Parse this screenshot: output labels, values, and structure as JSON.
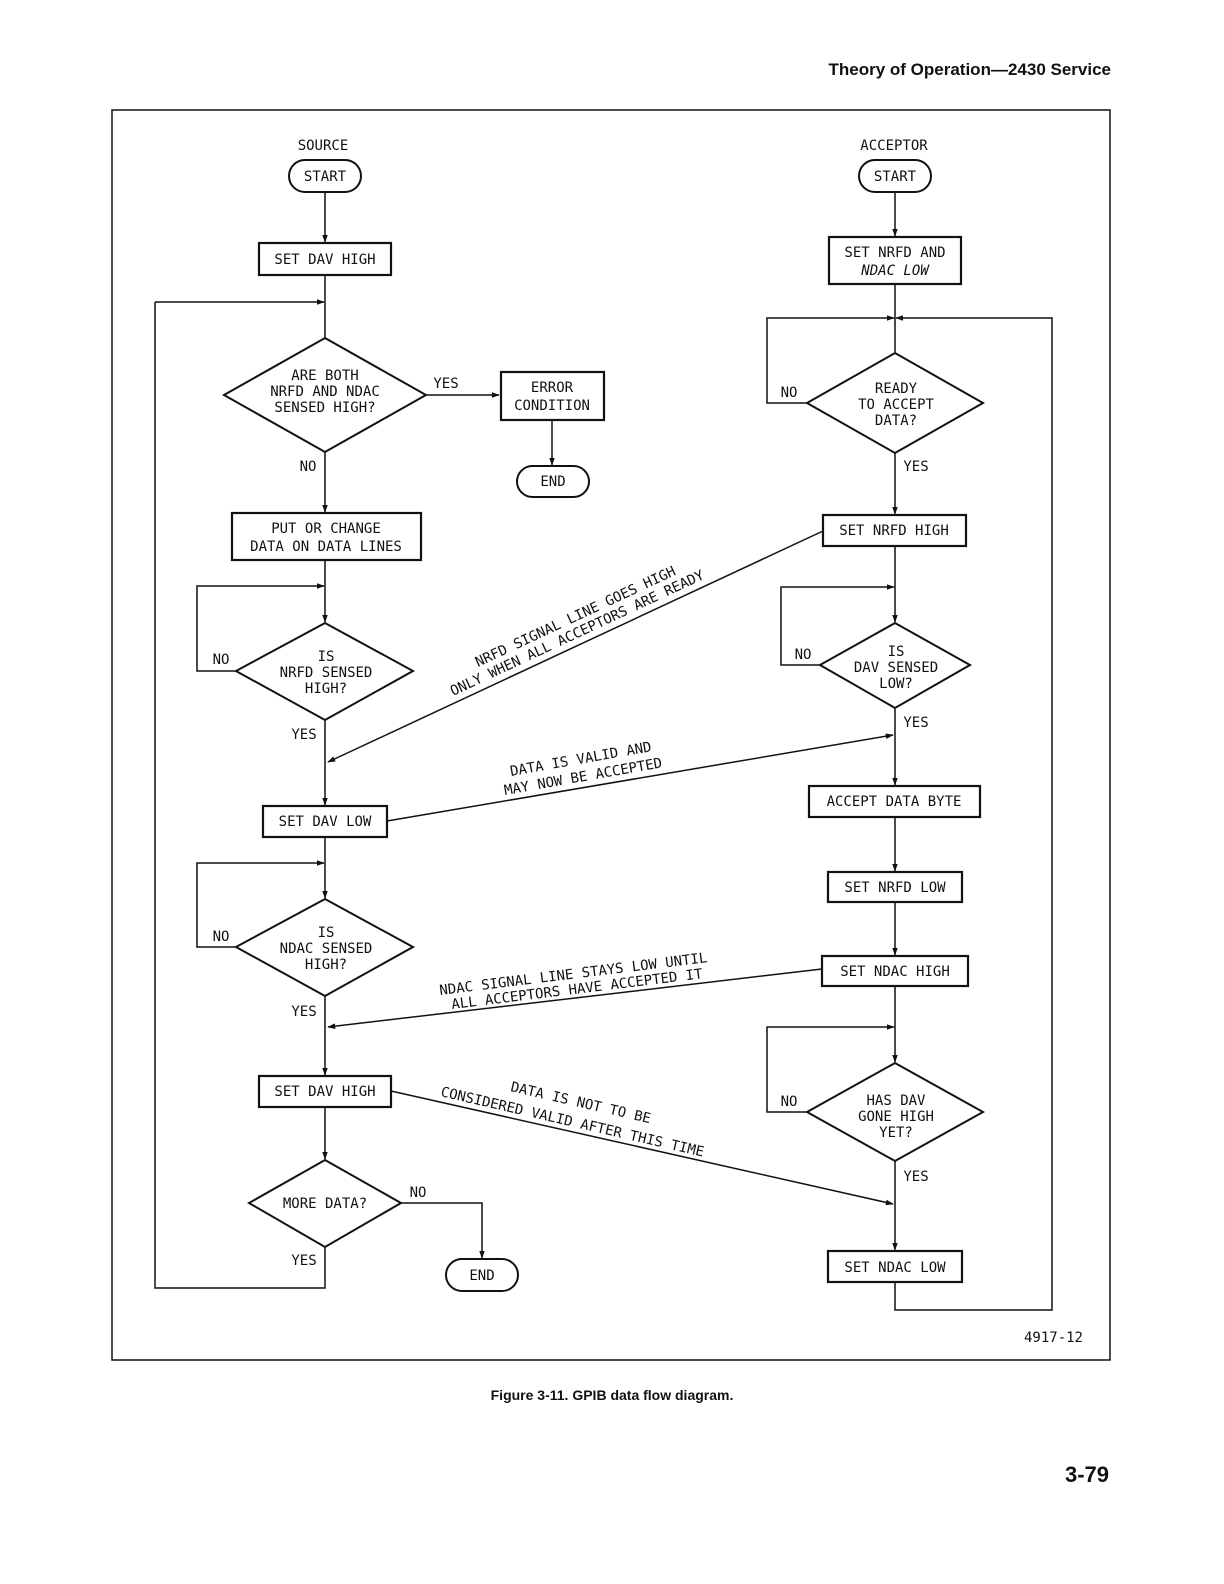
{
  "header": "Theory of Operation—2430 Service",
  "caption": "Figure 3-11.  GPIB data flow diagram.",
  "page_number": "3-79",
  "figure_code": "4917-12",
  "source": {
    "title": "SOURCE",
    "start": "START",
    "set_dav_high_1": "SET DAV HIGH",
    "q_both_high": [
      "ARE BOTH",
      "NRFD AND NDAC",
      "SENSED HIGH?"
    ],
    "yes": "YES",
    "no": "NO",
    "error": [
      "ERROR",
      "CONDITION"
    ],
    "end": "END",
    "put_data": [
      "PUT OR CHANGE",
      "DATA ON DATA LINES"
    ],
    "q_nrfd_high": [
      "IS",
      "NRFD SENSED",
      "HIGH?"
    ],
    "set_dav_low": "SET DAV LOW",
    "q_ndac_high": [
      "IS",
      "NDAC SENSED",
      "HIGH?"
    ],
    "set_dav_high_2": "SET DAV HIGH",
    "q_more_data": "MORE DATA?"
  },
  "acceptor": {
    "title": "ACCEPTOR",
    "start": "START",
    "set_nrfd_ndac_low": [
      "SET NRFD AND",
      "NDAC LOW"
    ],
    "q_ready": [
      "READY",
      "TO ACCEPT",
      "DATA?"
    ],
    "set_nrfd_high": "SET NRFD HIGH",
    "q_dav_low": [
      "IS",
      "DAV SENSED",
      "LOW?"
    ],
    "accept_byte": "ACCEPT DATA BYTE",
    "set_nrfd_low": "SET NRFD LOW",
    "set_ndac_high": "SET NDAC HIGH",
    "q_dav_high": [
      "HAS DAV",
      "GONE HIGH",
      "YET?"
    ],
    "set_ndac_low": "SET NDAC LOW"
  },
  "notes": {
    "nrfd": [
      "NRFD SIGNAL LINE GOES HIGH",
      "ONLY WHEN ALL ACCEPTORS ARE READY"
    ],
    "valid": [
      "DATA IS VALID AND",
      "MAY NOW BE ACCEPTED"
    ],
    "ndac": [
      "NDAC SIGNAL LINE STAYS LOW UNTIL",
      "ALL ACCEPTORS HAVE ACCEPTED IT"
    ],
    "not_valid": [
      "DATA IS NOT TO BE",
      "CONSIDERED VALID AFTER THIS TIME"
    ]
  }
}
